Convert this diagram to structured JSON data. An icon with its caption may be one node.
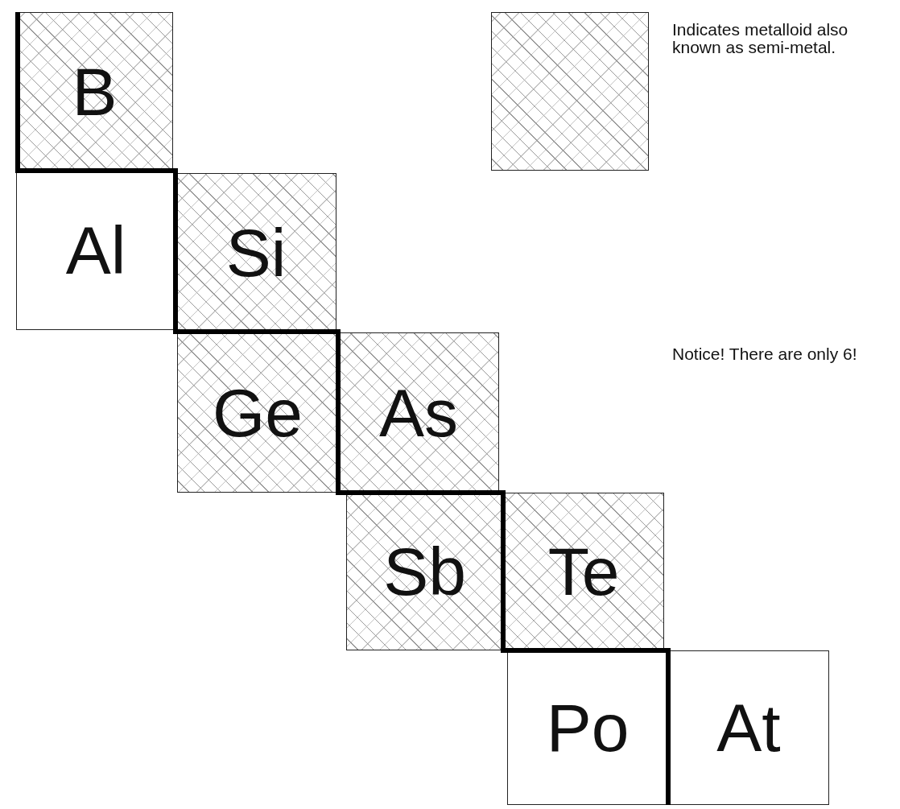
{
  "diagram": {
    "nodes": [
      {
        "text": [
          "B"
        ]
      },
      {
        "text": [
          "Al"
        ]
      },
      {
        "text": [
          "Si"
        ]
      },
      {
        "text": [
          "Ge"
        ]
      },
      {
        "text": [
          "As"
        ]
      },
      {
        "text": [
          "Sb"
        ]
      },
      {
        "text": [
          "Te"
        ]
      },
      {
        "text": [
          "Po"
        ]
      },
      {
        "text": [
          "At"
        ]
      }
    ],
    "labels": [
      "Notice! There are only 6!"
    ],
    "legend": [
      {
        "text": "Indicates metalloid also known as semi-metal."
      }
    ]
  }
}
